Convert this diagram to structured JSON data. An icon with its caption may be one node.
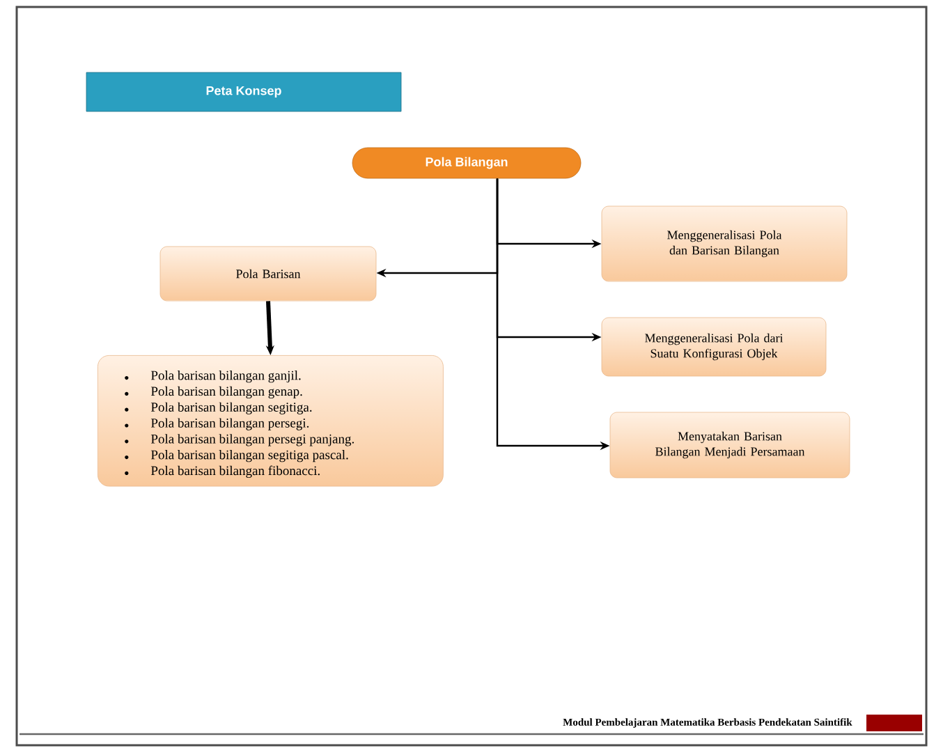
{
  "diagram": {
    "nodes": [
      {
        "text": [
          "Peta Konsep"
        ]
      },
      {
        "text": [
          "Pola Bilangan"
        ]
      },
      {
        "text": [
          "Menggeneralisasi Pola dan Barisan Bilangan"
        ]
      },
      {
        "text": [
          "Pola Barisan"
        ]
      },
      {
        "text": [
          "Menggeneralisasi Pola dari Suatu Konfigurasi Objek"
        ]
      },
      {
        "text": [
          "Menyatakan Barisan Bilangan Menjadi Persamaan"
        ]
      },
      {
        "text": [
          "Pola barisan bilangan ganjil.",
          "Pola barisan bilangan genap.",
          "Pola barisan bilangan segitiga.",
          "Pola barisan bilangan persegi.",
          "Pola barisan bilangan persegi panjang.",
          "Pola barisan bilangan segitiga pascal.",
          "Pola barisan bilangan fibonacci."
        ]
      }
    ],
    "edges": [
      {
        "from": 1,
        "to": 2,
        "arrow": "to"
      },
      {
        "from": 1,
        "to": 3,
        "arrow": "to"
      },
      {
        "from": 1,
        "to": 4,
        "arrow": "to"
      },
      {
        "from": 1,
        "to": 5,
        "arrow": "to"
      },
      {
        "from": 3,
        "to": 6,
        "arrow": "to",
        "style": "thick"
      }
    ],
    "labels": [
      "Modul Pembelajaran Matematika Berbasis Pendekatan Saintifik"
    ]
  }
}
